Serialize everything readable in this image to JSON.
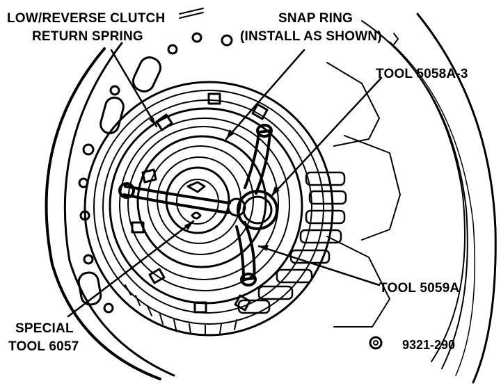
{
  "labels": {
    "low_reverse_line1": "LOW/REVERSE CLUTCH",
    "low_reverse_line2": "RETURN SPRING",
    "snap_ring_line1": "SNAP RING",
    "snap_ring_line2": "(INSTALL AS SHOWN)",
    "tool_5058a3": "TOOL 5058A-3",
    "tool_5059a": "TOOL 5059A",
    "special_tool_line1": "SPECIAL",
    "special_tool_line2": "TOOL 6057"
  },
  "figure_number": "9321-290",
  "colors": {
    "ink": "#000000",
    "paper": "#ffffff"
  }
}
